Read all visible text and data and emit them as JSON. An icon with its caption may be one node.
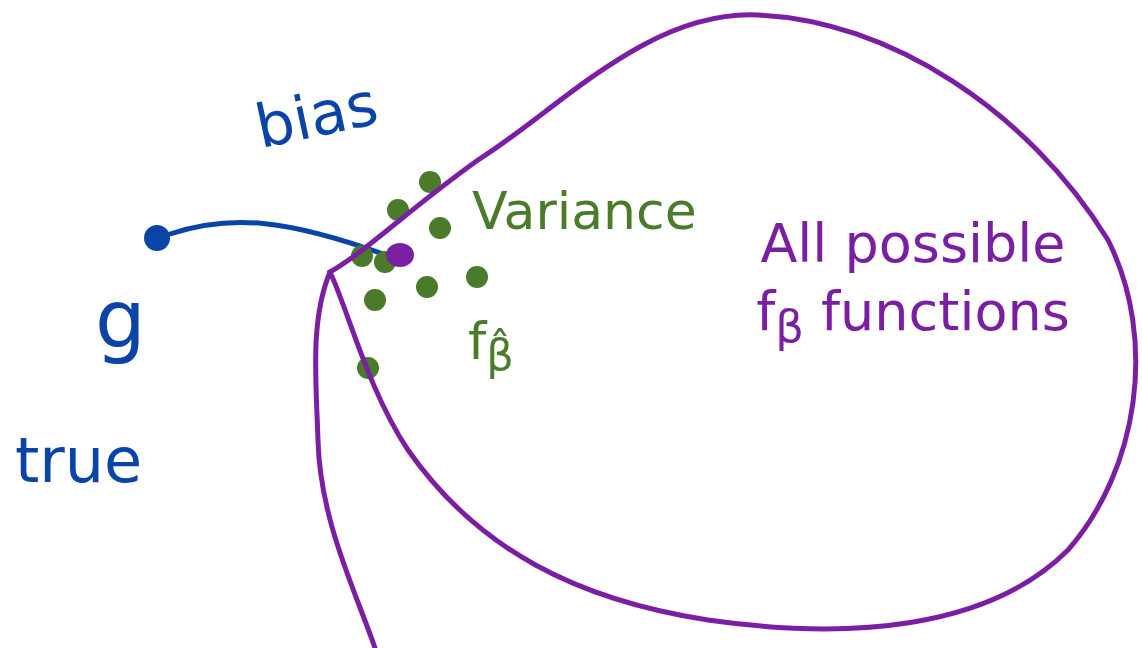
{
  "diagram": {
    "nodes": [
      {
        "text": [
          "All possible f$_{β}$ functions"
        ]
      },
      {
        "text": [],
        "shape": "circle",
        "beside": [
          "g",
          "true"
        ]
      },
      {
        "text": [],
        "shape": "circle",
        "in": 0
      }
    ],
    "edges": [
      {
        "from": 1,
        "to": 2,
        "arrow": "none",
        "label": "bias"
      }
    ],
    "labels": [
      "Variance",
      "f$_{β̂}$"
    ]
  }
}
